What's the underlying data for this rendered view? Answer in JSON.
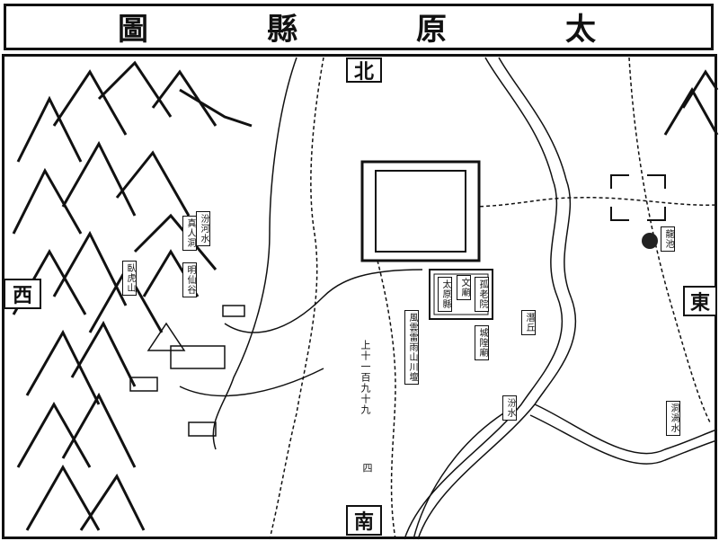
{
  "title": {
    "chars": [
      "圖",
      "縣",
      "原",
      "太"
    ],
    "text": "太原縣圖"
  },
  "directions": {
    "north": "北",
    "south": "南",
    "east": "東",
    "west": "西"
  },
  "labels": {
    "county_seat": "太原縣",
    "confucian_temple": "文廟",
    "orphan_hall": "孤老院",
    "city_god_temple": "城隍廟",
    "altar": "風雲雷雨山川壇",
    "qianqiu": "潛丘",
    "fen_river": "汾水",
    "dongguo_river": "洞渦水",
    "longchi": "龍池",
    "mingxian_valley": "明仙谷",
    "wohu_mountain": "臥虎山",
    "zhenren_cave": "真人洞",
    "fenhe_water": "汾河水",
    "distance_note": "上十一百九十九",
    "marker": "四"
  },
  "colors": {
    "ink": "#111111",
    "paper": "#ffffff"
  }
}
